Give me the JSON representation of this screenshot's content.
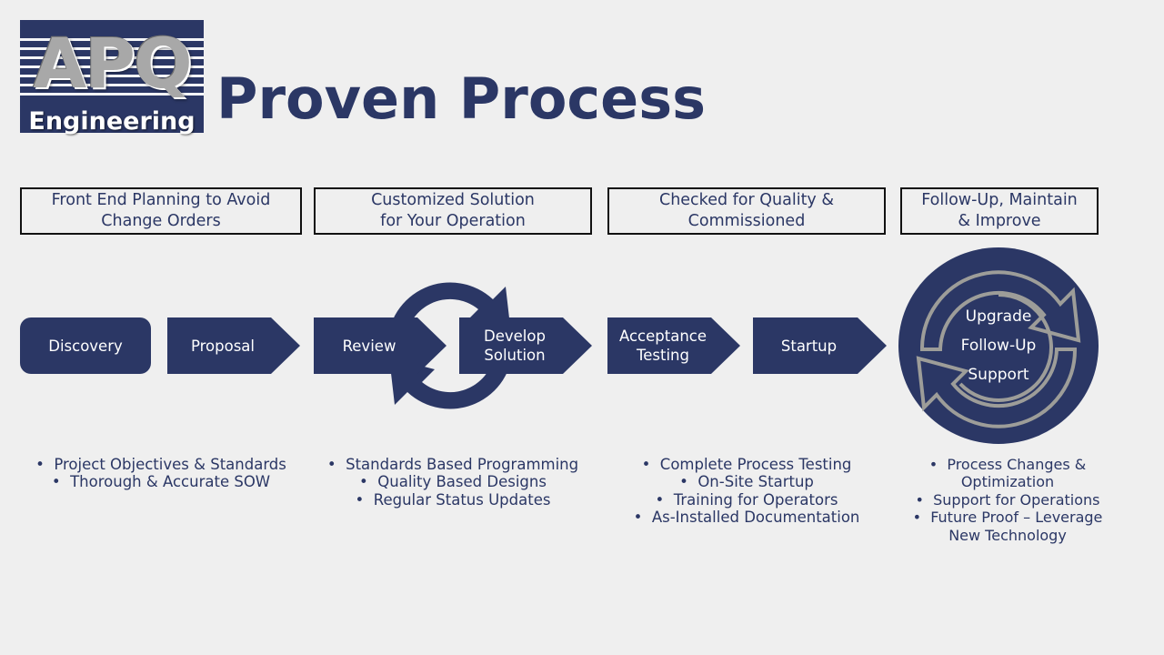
{
  "slide": {
    "title": "Proven Process",
    "background_color": "#efefef",
    "brand_navy": "#2b3765",
    "brand_gray": "#9d9d99"
  },
  "logo": {
    "mark_text": "APQ",
    "sub_text": "Engineering",
    "box_color": "#2b3765",
    "mark_color": "#a8a8a8",
    "sub_color": "#ffffff"
  },
  "phases": [
    {
      "id": "front-end-planning",
      "heading": "Front End Planning to Avoid\nChange Orders"
    },
    {
      "id": "customized-solution",
      "heading": "Customized Solution\nfor Your Operation"
    },
    {
      "id": "checked-for-quality",
      "heading": "Checked for Quality &\nCommissioned"
    },
    {
      "id": "follow-up-maintain",
      "heading": "Follow-Up, Maintain\n& Improve"
    }
  ],
  "steps": [
    {
      "id": "discovery",
      "label": "Discovery",
      "shape": "rounded-rect"
    },
    {
      "id": "proposal",
      "label": "Proposal",
      "shape": "chevron"
    },
    {
      "id": "review",
      "label": "Review",
      "shape": "chevron"
    },
    {
      "id": "develop-solution",
      "label": "Develop\nSolution",
      "shape": "chevron"
    },
    {
      "id": "acceptance-testing",
      "label": "Acceptance\nTesting",
      "shape": "chevron"
    },
    {
      "id": "startup",
      "label": "Startup",
      "shape": "chevron"
    }
  ],
  "cycle_circle": {
    "labels": [
      "Upgrade",
      "Follow-Up",
      "Support"
    ],
    "fill_color": "#2b3765",
    "arrow_color": "#9d9d99"
  },
  "bullet_columns": [
    {
      "id": "planning-bullets",
      "items": [
        "Project Objectives & Standards",
        "Thorough & Accurate SOW"
      ]
    },
    {
      "id": "solution-bullets",
      "items": [
        "Standards Based Programming",
        "Quality Based Designs",
        "Regular Status Updates"
      ]
    },
    {
      "id": "quality-bullets",
      "items": [
        "Complete Process Testing",
        "On-Site Startup",
        "Training for Operators",
        "As-Installed Documentation"
      ]
    },
    {
      "id": "followup-bullets",
      "items": [
        "Process Changes & Optimization",
        "Support for Operations",
        "Future Proof – Leverage New Technology"
      ]
    }
  ]
}
